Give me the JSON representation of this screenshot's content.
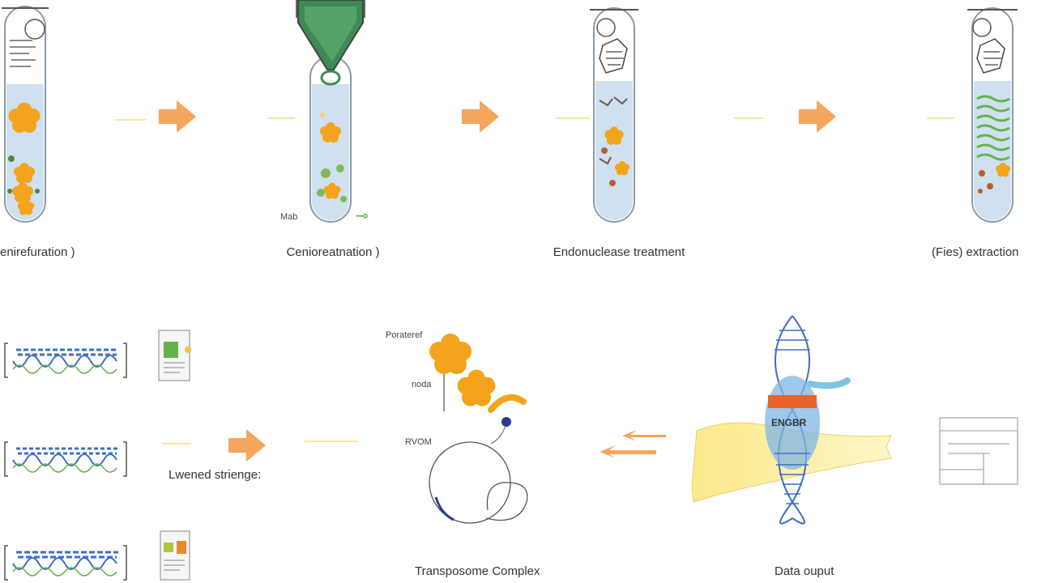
{
  "colors": {
    "tube_liquid": "#cfe0f0",
    "tube_outline": "#8a9aa8",
    "flower": "#f3a41c",
    "arrow": "#f5a55c",
    "arrow_faint": "#f7e7a0",
    "dna_blue": "#3f6fc4",
    "dna_green": "#66b246",
    "ribbon": "#fbf0a0",
    "helix_band": "#e8632a"
  },
  "icons": [
    "test-tube-icon",
    "funnel-icon",
    "arrow-right-icon",
    "flower-cell-icon",
    "dna-helix-icon",
    "document-icon",
    "printer-icon",
    "ribbon-icon",
    "circle-loop-icon"
  ],
  "steps": [
    {
      "label": "enirefuration )"
    },
    {
      "label": "Cenioreatnation )"
    },
    {
      "label": "Endonuclease treatment"
    },
    {
      "label": "(Fies) extraction"
    }
  ],
  "tube2_annotations": {
    "left": "Mab",
    "right": "⊸"
  },
  "bottom": {
    "lwened_label": "Lwened striengе:",
    "potential_label": "Porateref",
    "node_label": "noda",
    "rvom_label": "RVOM",
    "transposome_label": "Transposome Complex",
    "helix_text": "ENGBR",
    "data_output_label": "Data ouput"
  }
}
